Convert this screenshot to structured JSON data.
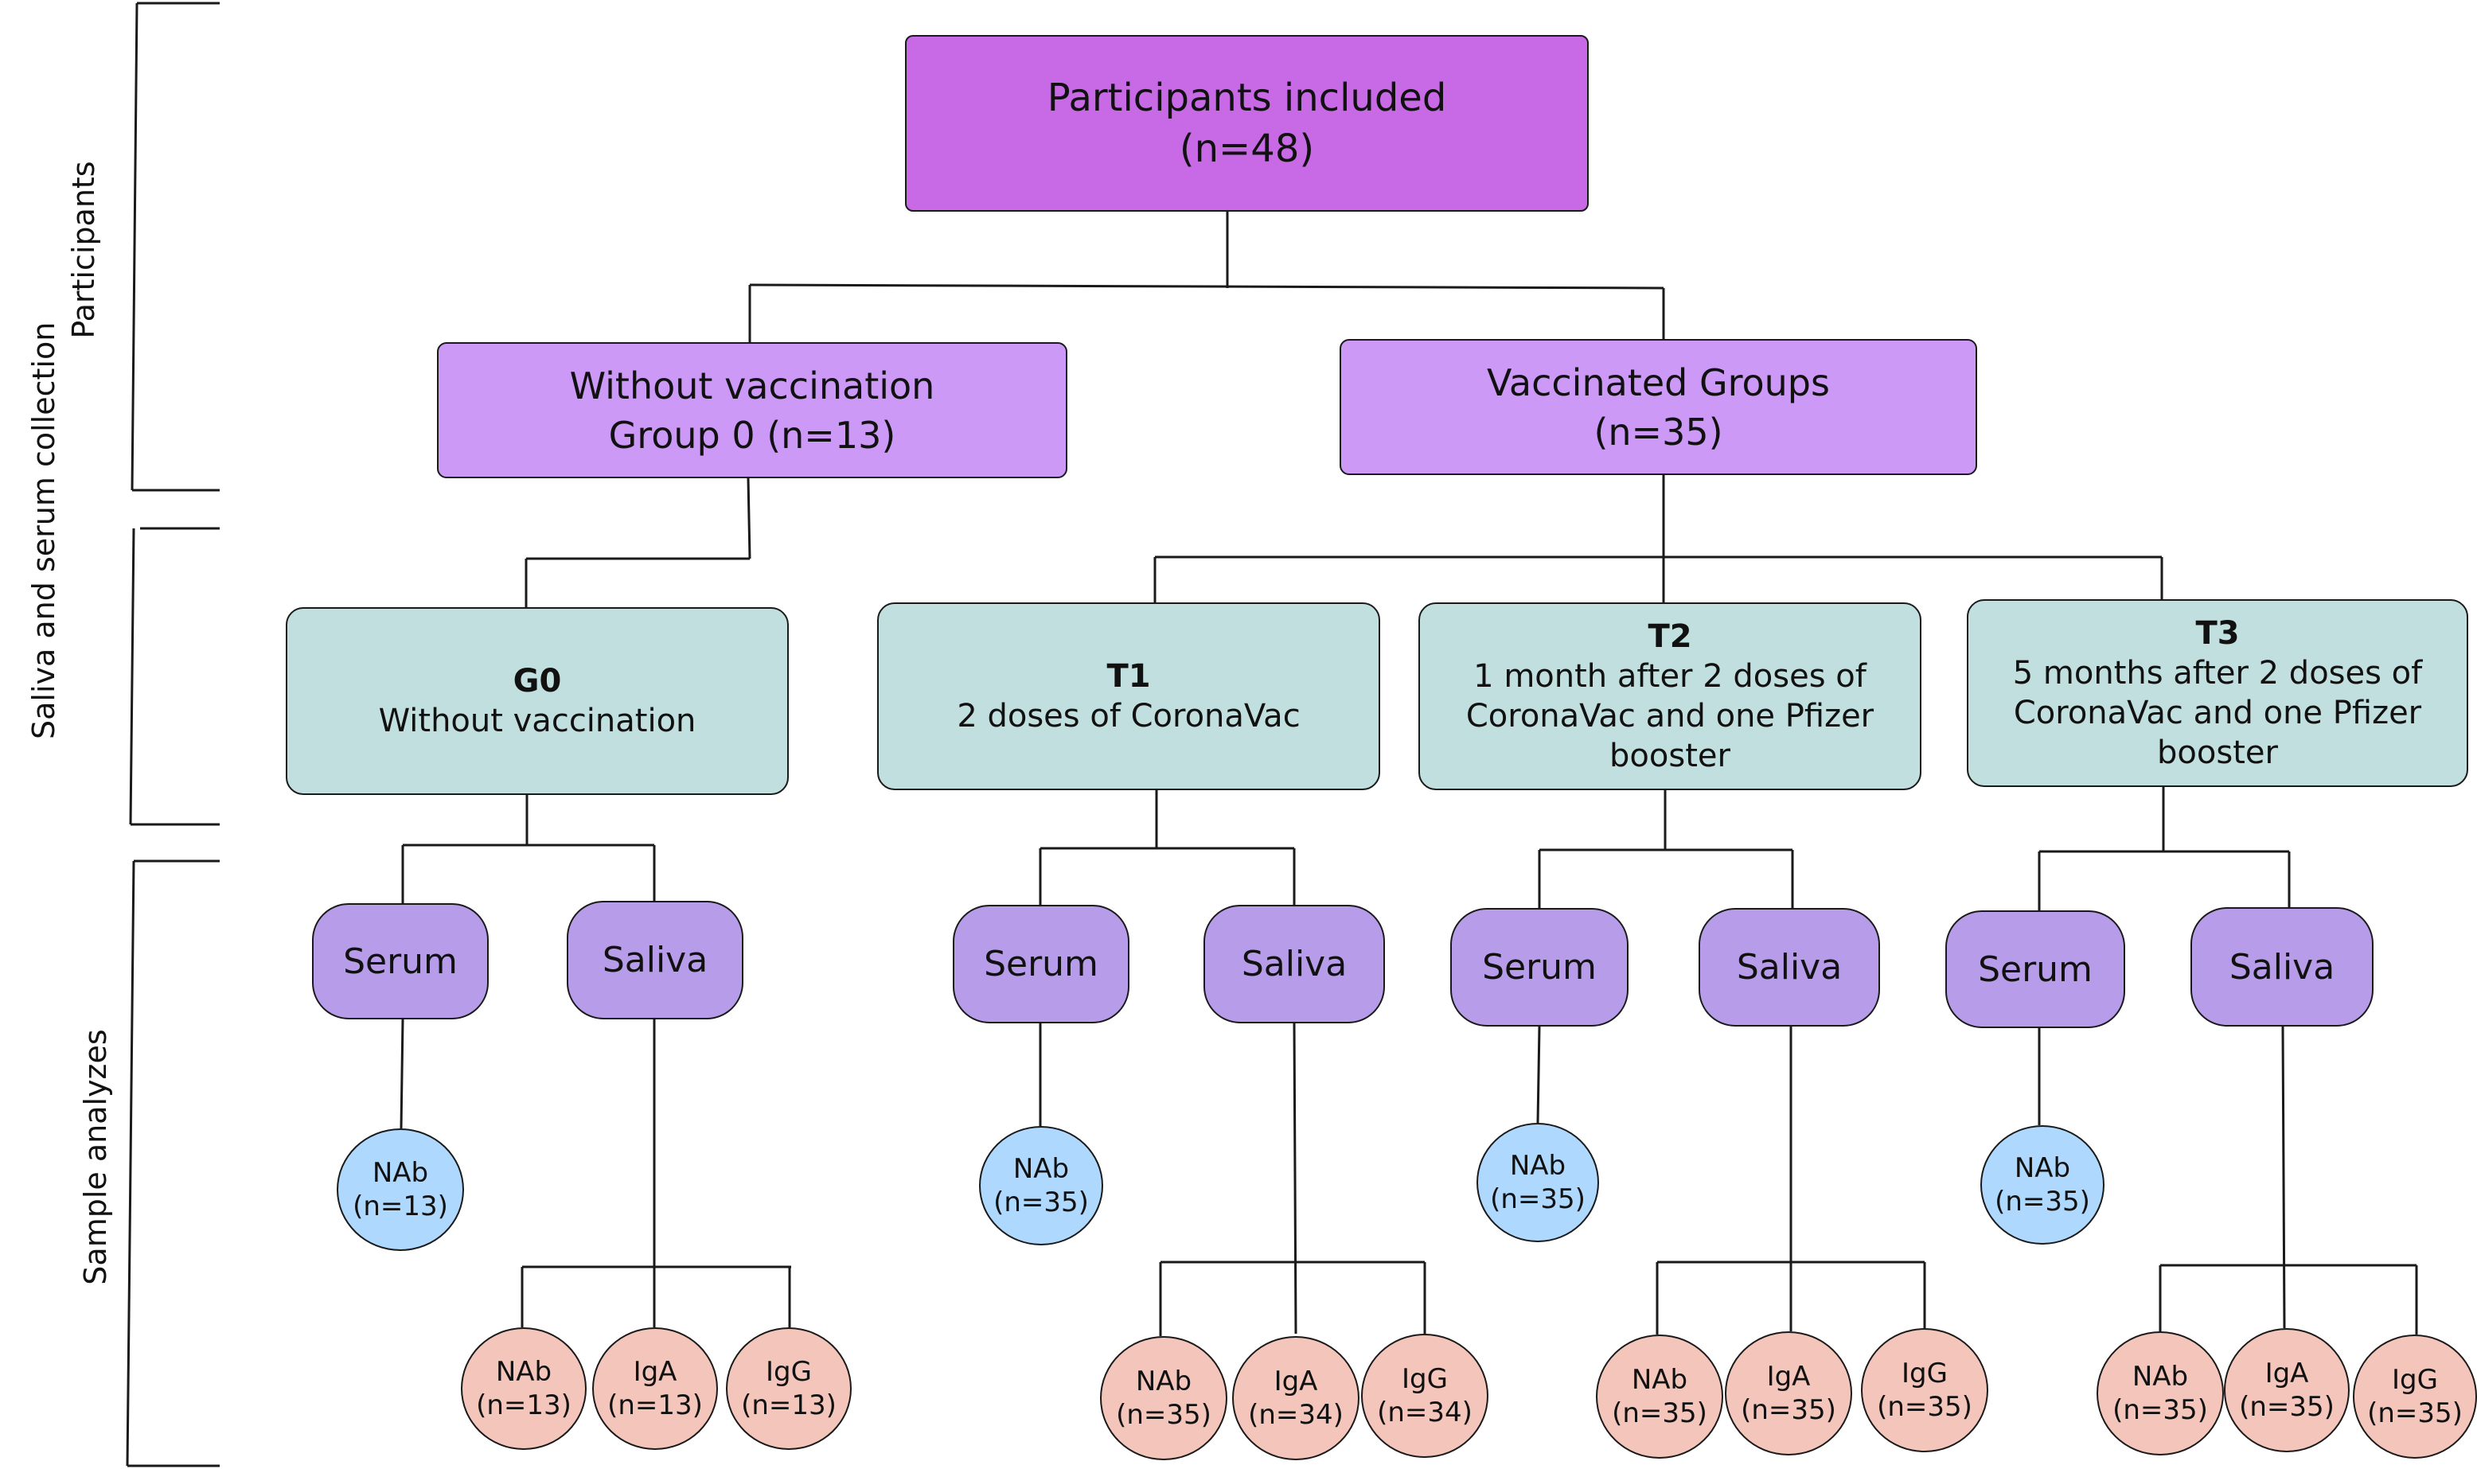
{
  "top": {
    "line1": "Participants included",
    "line2": "(n=48)"
  },
  "without": {
    "line1": "Without vaccination",
    "line2": "Group 0 (n=13)"
  },
  "vaccinated": {
    "line1": "Vaccinated Groups",
    "line2": "(n=35)"
  },
  "side_labels": {
    "participants": "Participants",
    "collection_1": "Saliva and",
    "collection_2": "serum",
    "collection_3": "collection",
    "analyzes": "Sample analyzes"
  },
  "timepoints": [
    {
      "code": "G0",
      "desc": [
        "Without vaccination"
      ],
      "serum": "Serum",
      "saliva": "Saliva",
      "serum_nab": [
        "NAb",
        "(n=13)"
      ],
      "saliva_tests": [
        [
          "NAb",
          "(n=13)"
        ],
        [
          "IgA",
          "(n=13)"
        ],
        [
          "IgG",
          "(n=13)"
        ]
      ]
    },
    {
      "code": "T1",
      "desc": [
        "2 doses of CoronaVac"
      ],
      "serum": "Serum",
      "saliva": "Saliva",
      "serum_nab": [
        "NAb",
        "(n=35)"
      ],
      "saliva_tests": [
        [
          "NAb",
          "(n=35)"
        ],
        [
          "IgA",
          "(n=34)"
        ],
        [
          "IgG",
          "(n=34)"
        ]
      ]
    },
    {
      "code": "T2",
      "desc": [
        "1 month after 2 doses of",
        "CoronaVac and one Pfizer",
        "booster"
      ],
      "serum": "Serum",
      "saliva": "Saliva",
      "serum_nab": [
        "NAb",
        "(n=35)"
      ],
      "saliva_tests": [
        [
          "NAb",
          "(n=35)"
        ],
        [
          "IgA",
          "(n=35)"
        ],
        [
          "IgG",
          "(n=35)"
        ]
      ]
    },
    {
      "code": "T3",
      "desc": [
        "5 months after 2 doses of",
        "CoronaVac and one Pfizer",
        "booster"
      ],
      "serum": "Serum",
      "saliva": "Saliva",
      "serum_nab": [
        "NAb",
        "(n=35)"
      ],
      "saliva_tests": [
        [
          "NAb",
          "(n=35)"
        ],
        [
          "IgA",
          "(n=35)"
        ],
        [
          "IgG",
          "(n=35)"
        ]
      ]
    }
  ],
  "colors": {
    "top": "#c86ae6",
    "groups": "#cc99f7",
    "timepoints": "#c1dfde",
    "samples": "#b79de9",
    "serum_tests": "#aed8fe",
    "saliva_tests": "#f4c6bb"
  }
}
